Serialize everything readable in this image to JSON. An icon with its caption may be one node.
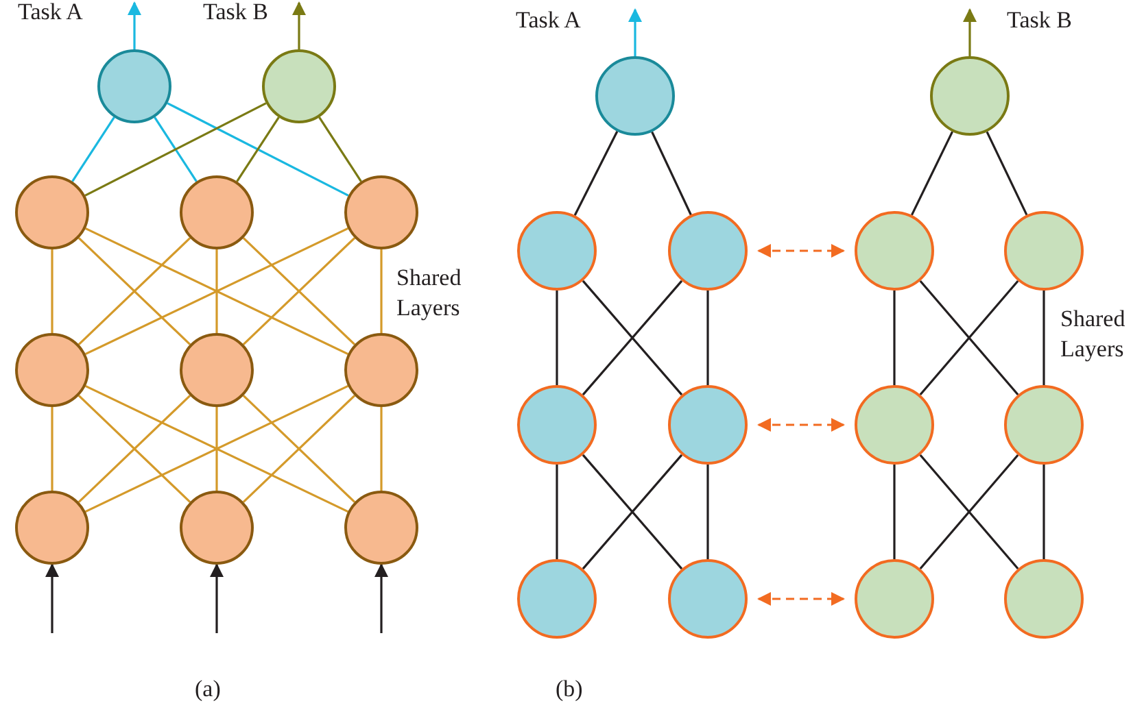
{
  "diagram": {
    "nodes": [
      {
        "text": [],
        "shape": "circle"
      },
      {
        "text": [],
        "shape": "circle"
      },
      {
        "text": [],
        "shape": "circle"
      },
      {
        "text": [],
        "shape": "circle"
      },
      {
        "text": [],
        "shape": "circle"
      },
      {
        "text": [],
        "shape": "circle"
      },
      {
        "text": [],
        "shape": "circle"
      },
      {
        "text": [],
        "shape": "circle"
      },
      {
        "text": [],
        "shape": "circle"
      },
      {
        "text": [],
        "shape": "circle"
      },
      {
        "text": [],
        "shape": "circle"
      },
      {
        "text": [],
        "shape": "circle"
      },
      {
        "text": [],
        "shape": "circle"
      },
      {
        "text": [],
        "shape": "circle"
      },
      {
        "text": [],
        "shape": "circle"
      },
      {
        "text": [],
        "shape": "circle"
      },
      {
        "text": [],
        "shape": "circle"
      },
      {
        "text": [],
        "shape": "circle"
      },
      {
        "text": [],
        "shape": "circle"
      },
      {
        "text": [],
        "shape": "circle"
      },
      {
        "text": [],
        "shape": "circle"
      },
      {
        "text": [],
        "shape": "circle"
      },
      {
        "text": [],
        "shape": "circle"
      },
      {
        "text": [],
        "shape": "circle"
      },
      {
        "text": [],
        "shape": "circle"
      }
    ],
    "edges": [
      {
        "from": 0,
        "to": null,
        "arrow": "to",
        "color": "#1ab8e0"
      },
      {
        "from": 1,
        "to": null,
        "arrow": "to",
        "color": "#7a7a14"
      },
      {
        "from": 0,
        "to": 2,
        "arrow": "none",
        "color": "#1ab8e0"
      },
      {
        "from": 0,
        "to": 3,
        "arrow": "none",
        "color": "#1ab8e0"
      },
      {
        "from": 0,
        "to": 4,
        "arrow": "none",
        "color": "#1ab8e0"
      },
      {
        "from": 1,
        "to": 2,
        "arrow": "none",
        "color": "#7a7a14"
      },
      {
        "from": 1,
        "to": 3,
        "arrow": "none",
        "color": "#7a7a14"
      },
      {
        "from": 1,
        "to": 4,
        "arrow": "none",
        "color": "#7a7a14"
      },
      {
        "from": 2,
        "to": 5,
        "arrow": "none",
        "color": "#d49a2a"
      },
      {
        "from": 2,
        "to": 6,
        "arrow": "none",
        "color": "#d49a2a"
      },
      {
        "from": 2,
        "to": 7,
        "arrow": "none",
        "color": "#d49a2a"
      },
      {
        "from": 3,
        "to": 5,
        "arrow": "none",
        "color": "#d49a2a"
      },
      {
        "from": 3,
        "to": 6,
        "arrow": "none",
        "color": "#d49a2a"
      },
      {
        "from": 3,
        "to": 7,
        "arrow": "none",
        "color": "#d49a2a"
      },
      {
        "from": 4,
        "to": 5,
        "arrow": "none",
        "color": "#d49a2a"
      },
      {
        "from": 4,
        "to": 6,
        "arrow": "none",
        "color": "#d49a2a"
      },
      {
        "from": 4,
        "to": 7,
        "arrow": "none",
        "color": "#d49a2a"
      },
      {
        "from": 5,
        "to": 8,
        "arrow": "none",
        "color": "#d49a2a"
      },
      {
        "from": 5,
        "to": 9,
        "arrow": "none",
        "color": "#d49a2a"
      },
      {
        "from": 5,
        "to": 10,
        "arrow": "none",
        "color": "#d49a2a"
      },
      {
        "from": 6,
        "to": 8,
        "arrow": "none",
        "color": "#d49a2a"
      },
      {
        "from": 6,
        "to": 9,
        "arrow": "none",
        "color": "#d49a2a"
      },
      {
        "from": 6,
        "to": 10,
        "arrow": "none",
        "color": "#d49a2a"
      },
      {
        "from": 7,
        "to": 8,
        "arrow": "none",
        "color": "#d49a2a"
      },
      {
        "from": 7,
        "to": 9,
        "arrow": "none",
        "color": "#d49a2a"
      },
      {
        "from": 7,
        "to": 10,
        "arrow": "none",
        "color": "#d49a2a"
      },
      {
        "from": null,
        "to": 8,
        "arrow": "to"
      },
      {
        "from": null,
        "to": 9,
        "arrow": "to"
      },
      {
        "from": null,
        "to": 10,
        "arrow": "to"
      },
      {
        "from": 11,
        "to": null,
        "arrow": "to",
        "color": "#1ab8e0"
      },
      {
        "from": 12,
        "to": null,
        "arrow": "to",
        "color": "#7a7a14"
      },
      {
        "from": 11,
        "to": 13,
        "arrow": "none"
      },
      {
        "from": 11,
        "to": 14,
        "arrow": "none"
      },
      {
        "from": 12,
        "to": 15,
        "arrow": "none"
      },
      {
        "from": 12,
        "to": 16,
        "arrow": "none"
      },
      {
        "from": 13,
        "to": 17,
        "arrow": "none"
      },
      {
        "from": 13,
        "to": 18,
        "arrow": "none"
      },
      {
        "from": 14,
        "to": 17,
        "arrow": "none"
      },
      {
        "from": 14,
        "to": 18,
        "arrow": "none"
      },
      {
        "from": 15,
        "to": 19,
        "arrow": "none"
      },
      {
        "from": 15,
        "to": 20,
        "arrow": "none"
      },
      {
        "from": 16,
        "to": 19,
        "arrow": "none"
      },
      {
        "from": 16,
        "to": 20,
        "arrow": "none"
      },
      {
        "from": 17,
        "to": 21,
        "arrow": "none"
      },
      {
        "from": 17,
        "to": 22,
        "arrow": "none"
      },
      {
        "from": 18,
        "to": 21,
        "arrow": "none"
      },
      {
        "from": 18,
        "to": 22,
        "arrow": "none"
      },
      {
        "from": 19,
        "to": 23,
        "arrow": "none"
      },
      {
        "from": 19,
        "to": 24,
        "arrow": "none"
      },
      {
        "from": 20,
        "to": 23,
        "arrow": "none"
      },
      {
        "from": 20,
        "to": 24,
        "arrow": "none"
      },
      {
        "from": 14,
        "to": 15,
        "arrow": "both",
        "style": "dashed",
        "color": "#f26b21"
      },
      {
        "from": 18,
        "to": 19,
        "arrow": "both",
        "style": "dashed",
        "color": "#f26b21"
      },
      {
        "from": 22,
        "to": 23,
        "arrow": "both",
        "style": "dashed",
        "color": "#f26b21"
      }
    ],
    "labels": [
      "Task A",
      "Task B",
      "Shared Layers",
      "(a)",
      "Task A",
      "Task B",
      "Shared Layers",
      "(b)"
    ]
  }
}
